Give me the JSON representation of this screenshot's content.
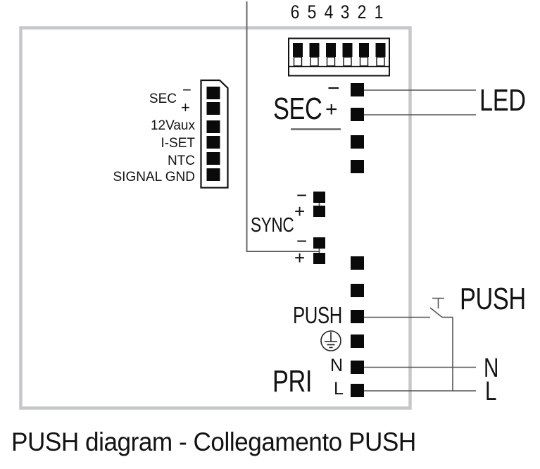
{
  "caption": "PUSH diagram - Collegamento PUSH",
  "dip_switch": {
    "numbers": [
      "6",
      "5",
      "4",
      "3",
      "2",
      "1"
    ]
  },
  "left_connector": {
    "sec_label": "SEC",
    "sec_minus": "−",
    "sec_plus": "+",
    "aux_label": "12Vaux",
    "iset_label": "I-SET",
    "ntc_label": "NTC",
    "signal_gnd_label": "SIGNAL GND"
  },
  "output": {
    "sec_label": "SEC",
    "minus": "−",
    "plus": "+",
    "led_label": "LED"
  },
  "sync": {
    "label": "SYNC",
    "pair1_minus": "−",
    "pair1_plus": "+",
    "pair2_minus": "−",
    "pair2_plus": "+"
  },
  "push": {
    "terminal_label": "PUSH",
    "button_label": "PUSH"
  },
  "mains": {
    "pri_label": "PRI",
    "neutral_terminal": "N",
    "line_terminal": "L",
    "neutral_external": "N",
    "line_external": "L"
  },
  "colors": {
    "box_border": "#c6c7c9",
    "wire": "#555555",
    "ink": "#111111"
  }
}
